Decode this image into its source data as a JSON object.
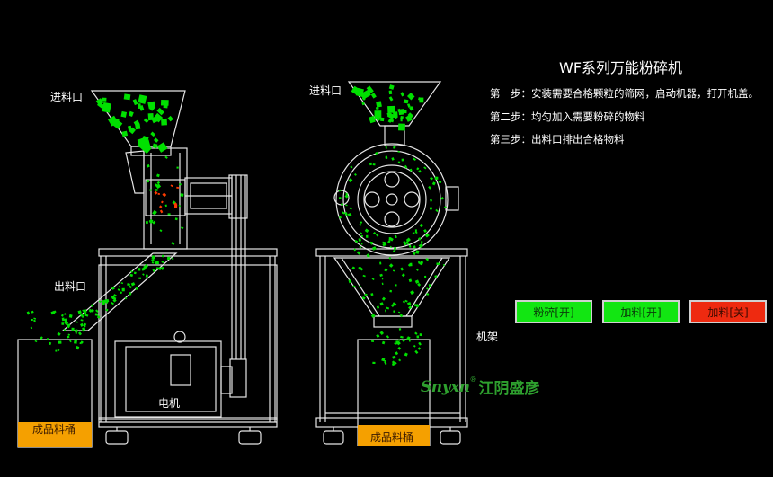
{
  "title": "WF系列万能粉碎机",
  "steps": [
    "第一步：安装需要合格颗粒的筛网，启动机器，打开机盖。",
    "第二步：均匀加入需要粉碎的物料",
    "第三步：出料口排出合格物料"
  ],
  "labels": {
    "inlet_left": "进料口",
    "inlet_right": "进料口",
    "outlet": "出料口",
    "motor": "电机",
    "frame": "机架",
    "bin_left": "成品料桶",
    "bin_right": "成品料桶"
  },
  "controls": {
    "crush_on": "粉碎[开]",
    "feed_on": "加料[开]",
    "feed_off": "加料[关]"
  },
  "logo": {
    "brand": "Snyxn",
    "reg_mark": "®",
    "company": "江阴盛彦"
  },
  "colors": {
    "particle": "#00e000",
    "hot_particle": "#ff3a00",
    "bin": "#f5a000",
    "machine_line": "#e6e6e6",
    "button_on": "#12e612",
    "button_off": "#ee2a10",
    "logo": "#2ea02e"
  }
}
